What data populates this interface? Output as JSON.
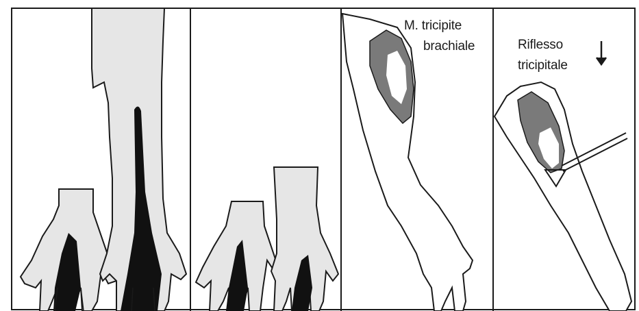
{
  "labels": {
    "muscle_line1": "M. tricipite",
    "muscle_line2": "brachiale",
    "reflex_line1": "Riflesso",
    "reflex_line2": "tricipitale"
  },
  "icons": {
    "reflex_direction": "down-arrow-icon"
  },
  "colors": {
    "skin": "#e6e6e6",
    "innervation_zone": "#111111",
    "muscle": "#7a7a7a",
    "line": "#1a1a1a",
    "background": "#ffffff"
  }
}
